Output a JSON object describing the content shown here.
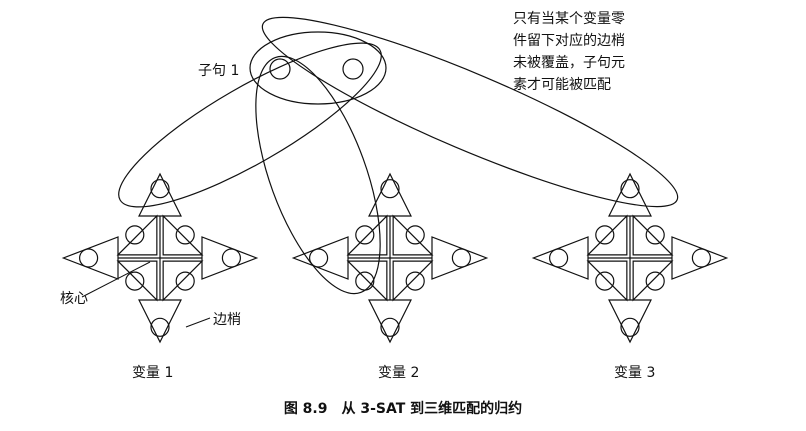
{
  "note_lines": [
    "只有当某个变量零",
    "件留下对应的边梢",
    "未被覆盖，子句元",
    "素才可能被匹配"
  ],
  "clause_label": "子句 1",
  "core_label": "核心",
  "edge_label": "边梢",
  "variables": [
    "变量 1",
    "变量 2",
    "变量 3"
  ],
  "caption": "图 8.9　从 3-SAT 到三维匹配的归约",
  "colors": {
    "ink": "#111111",
    "background": "#ffffff"
  }
}
